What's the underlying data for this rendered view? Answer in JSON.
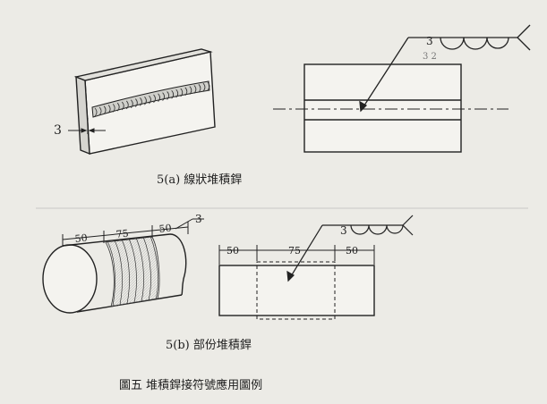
{
  "panel_a": {
    "caption": "5(a)  線狀堆積銲",
    "plate_dim": "3",
    "symbol_top": "3",
    "symbol_bottom": "3 2"
  },
  "panel_b": {
    "caption": "5(b)  部份堆積銲",
    "dims_left": [
      "50",
      "75",
      "50"
    ],
    "dim_left_value": "3",
    "dims_right": [
      "50",
      "75",
      "50"
    ],
    "dim_right_value": "3"
  },
  "figure_caption": "圖五    堆積銲接符號應用圖例"
}
